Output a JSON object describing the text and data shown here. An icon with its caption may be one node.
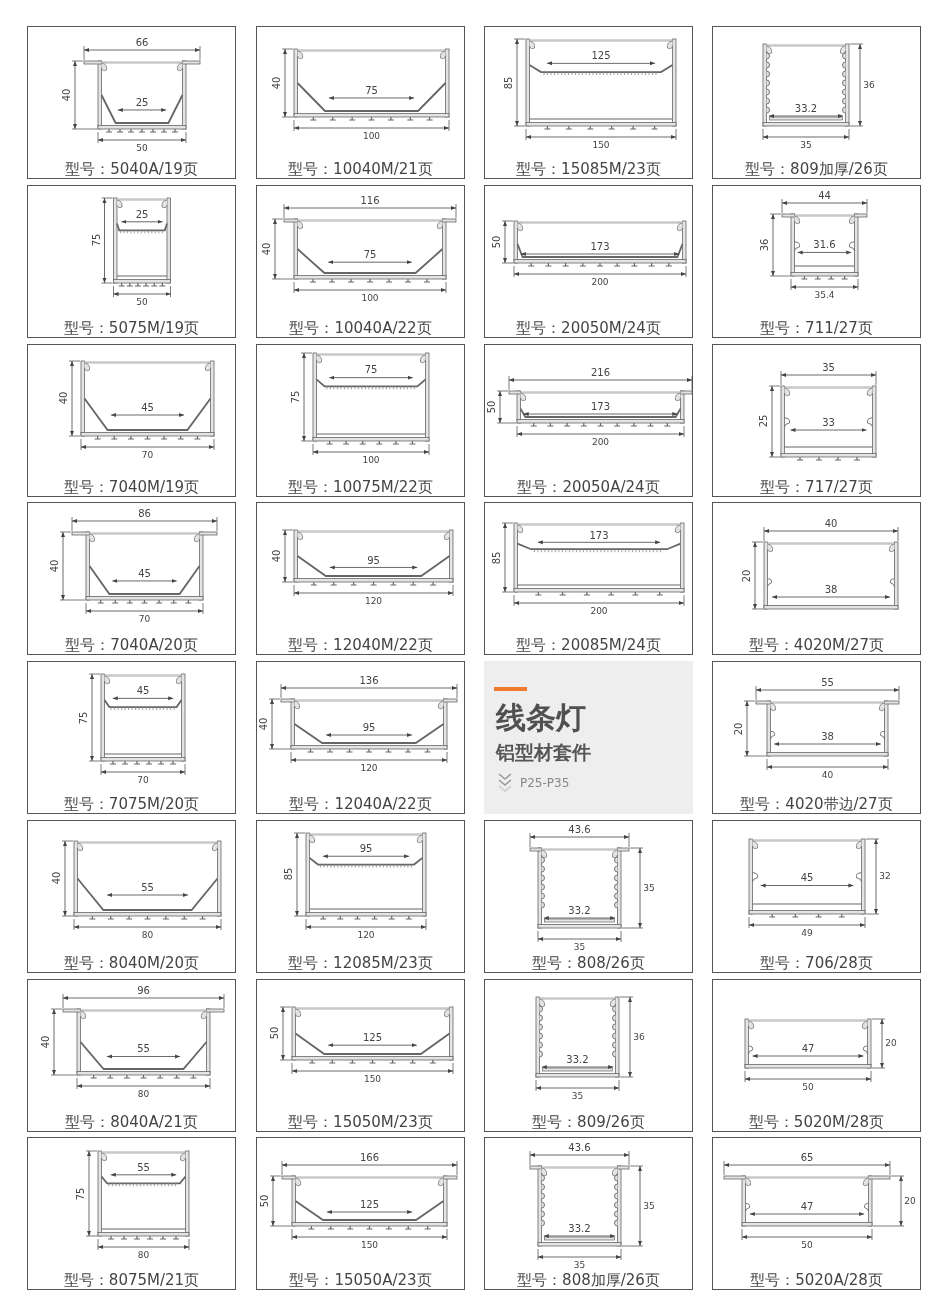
{
  "diagram": {
    "nodes": [
      {
        "text": [
          "66",
          "40",
          "25",
          "50",
          "型号：5040A/19页"
        ]
      },
      {
        "text": [
          "40",
          "75",
          "100",
          "型号：10040M/21页"
        ]
      },
      {
        "text": [
          "85",
          "125",
          "150",
          "型号：15085M/23页"
        ]
      },
      {
        "text": [
          "36",
          "33.2",
          "35",
          "型号：809加厚/26页"
        ]
      },
      {
        "text": [
          "25",
          "75",
          "50",
          "型号：5075M/19页"
        ]
      },
      {
        "text": [
          "116",
          "40",
          "75",
          "100",
          "型号：10040A/22页"
        ]
      },
      {
        "text": [
          "50",
          "173",
          "200",
          "型号：20050M/24页"
        ]
      },
      {
        "text": [
          "44",
          "31.6",
          "36",
          "35.4",
          "型号：711/27页"
        ]
      },
      {
        "text": [
          "40",
          "45",
          "70",
          "型号：7040M/19页"
        ]
      },
      {
        "text": [
          "75",
          "75",
          "100",
          "型号：10075M/22页"
        ]
      },
      {
        "text": [
          "216",
          "50",
          "173",
          "200",
          "型号：20050A/24页"
        ]
      },
      {
        "text": [
          "35",
          "25",
          "33",
          "型号：717/27页"
        ]
      },
      {
        "text": [
          "86",
          "40",
          "45",
          "70",
          "型号：7040A/20页"
        ]
      },
      {
        "text": [
          "40",
          "95",
          "120",
          "型号：12040M/22页"
        ]
      },
      {
        "text": [
          "173",
          "85",
          "200",
          "型号：20085M/24页"
        ]
      },
      {
        "text": [
          "40",
          "20",
          "38",
          "型号：4020M/27页"
        ]
      },
      {
        "text": [
          "45",
          "75",
          "70",
          "型号：7075M/20页"
        ]
      },
      {
        "text": [
          "136",
          "40",
          "95",
          "120",
          "型号：12040A/22页"
        ]
      },
      {
        "text": [
          "线条灯",
          "铝型材套件",
          "P25-P35"
        ]
      },
      {
        "text": [
          "55",
          "20",
          "38",
          "40",
          "型号：4020带边/27页"
        ]
      },
      {
        "text": [
          "40",
          "55",
          "80",
          "型号：8040M/20页"
        ]
      },
      {
        "text": [
          "95",
          "85",
          "120",
          "型号：12085M/23页"
        ]
      },
      {
        "text": [
          "43.6",
          "35",
          "33.2",
          "35",
          "型号：808/26页"
        ]
      },
      {
        "text": [
          "32",
          "45",
          "49",
          "型号：706/28页"
        ]
      },
      {
        "text": [
          "96",
          "40",
          "55",
          "80",
          "型号：8040A/21页"
        ]
      },
      {
        "text": [
          "50",
          "125",
          "150",
          "型号：15050M/23页"
        ]
      },
      {
        "text": [
          "36",
          "33.2",
          "35",
          "型号：809/26页"
        ]
      },
      {
        "text": [
          "20",
          "47",
          "50",
          "型号：5020M/28页"
        ]
      },
      {
        "text": [
          "55",
          "75",
          "80",
          "型号：8075M/21页"
        ]
      },
      {
        "text": [
          "166",
          "50",
          "125",
          "150",
          "型号：15050A/23页"
        ]
      },
      {
        "text": [
          "43.6",
          "35",
          "33.2",
          "35",
          "型号：808加厚/26页"
        ]
      },
      {
        "text": [
          "65",
          "20",
          "47",
          "50",
          "型号：5020A/28页"
        ]
      }
    ]
  }
}
